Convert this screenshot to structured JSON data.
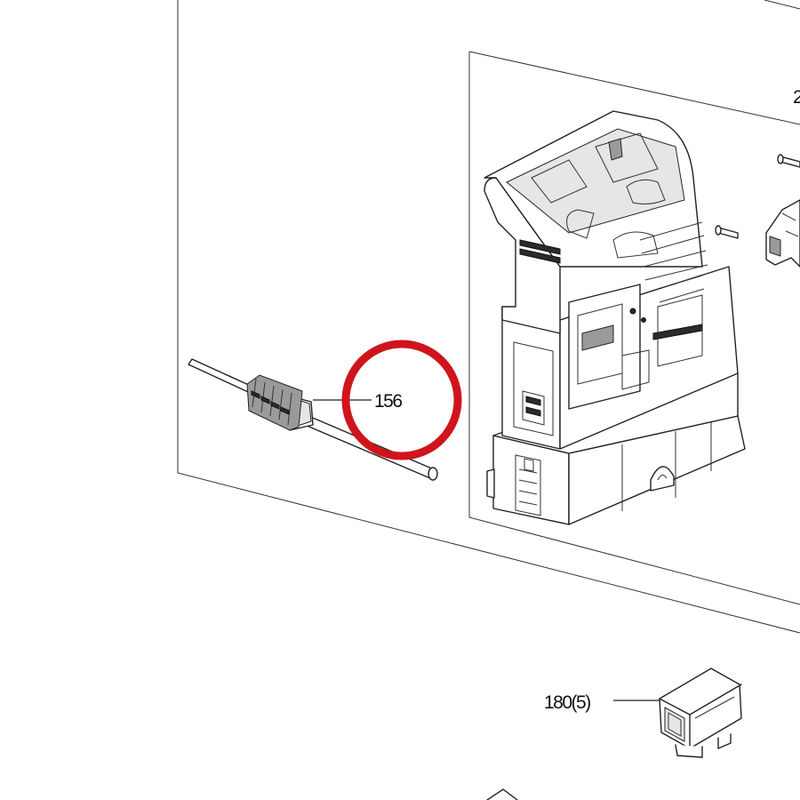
{
  "diagram": {
    "labels": {
      "part_156": "156",
      "part_180": "180(5)",
      "part_top_right_fragment": "2"
    },
    "colors": {
      "highlight_ring": "#d0141c",
      "line": "#222222",
      "background": "#ffffff"
    }
  }
}
